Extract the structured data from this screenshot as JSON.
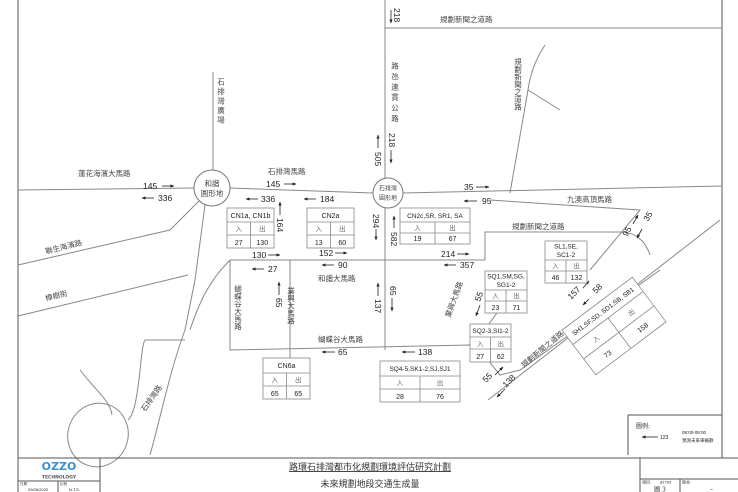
{
  "roads": {
    "planned_road_top": "規劃新聞之道路",
    "planned_road_curve": "規劃新聞之道路",
    "cotai_road": "路氹連貫公路",
    "plaza": "石排灣廣場",
    "seac_pai_van_road": "石排灣馬路",
    "lotus_avenue": "蓮花海濱大馬路",
    "lun_sang_road": "聯生海濱路",
    "camphor_street": "樟樹街",
    "harmony_avenue": "和諧大馬路",
    "butterfly_avenue_v": "蝴蝶谷大馬路",
    "butterfly_avenue_h": "蝴蝶谷大馬路",
    "industry_avenue": "業興大馬路",
    "industry_avenue_diag": "業興大馬路",
    "planned_road_mid": "規劃新聞之道路",
    "planned_road_diag": "規劃新聞之道路",
    "ka_ho_road": "九澳高頂馬路",
    "seac_pai_van_south": "石排灣路"
  },
  "roundabouts": {
    "harmony": [
      "和諧",
      "圓形地"
    ],
    "seac_pai_van": [
      "石排灣",
      "圓形地"
    ]
  },
  "flows": {
    "w_east": "145",
    "w_west": "336",
    "m_east": "145",
    "m_west": "336",
    "m_west2": "184",
    "e_east": "35",
    "e_west": "95",
    "top_down": "218",
    "cotai_down": "218",
    "cotai_up": "505",
    "n164": "164",
    "n294": "294",
    "n582": "582",
    "h_130": "130",
    "h_152": "152",
    "h_214": "214",
    "h_90": "90",
    "h_27": "27",
    "h_357": "357",
    "v_65": "65",
    "v_137": "137",
    "v_65b": "65",
    "b_65": "65",
    "b_138": "138",
    "d_55a": "55",
    "d_55b": "55",
    "d_138": "138",
    "d_157": "157",
    "d_58": "58",
    "d_95": "95",
    "d_35": "35"
  },
  "sites": {
    "in_label": "入",
    "out_label": "出",
    "cn1": {
      "name": "CN1a, CN1b",
      "in": "27",
      "out": "130"
    },
    "cn2a": {
      "name": "CN2a",
      "in": "13",
      "out": "60"
    },
    "cn2c": {
      "name": "CN2c,SR, SR1, SA",
      "in": "19",
      "out": "67"
    },
    "sl1": {
      "name1": "SL1,SE,",
      "name2": "SC1-2",
      "in": "46",
      "out": "132"
    },
    "sq1": {
      "name1": "SQ1,SM,SG,",
      "name2": "SG1-2",
      "in": "23",
      "out": "71"
    },
    "sq2": {
      "name": "SQ2-3,SI1-2",
      "in": "27",
      "out": "62"
    },
    "sq4": {
      "name": "SQ4-5,SK1-2,SJ,SJ1",
      "in": "28",
      "out": "76"
    },
    "cn6a": {
      "name": "CN6a",
      "in": "65",
      "out": "65"
    },
    "sh1": {
      "name": "SH1,SF,SD, SD1,SB, SB1",
      "in": "73",
      "out": "158"
    }
  },
  "legend": {
    "title": "圖例:",
    "sample": "123",
    "time": "08:00-09:00",
    "desc": "預測未來車輛數"
  },
  "title_block": {
    "logo": "OZZO",
    "logo_sub": "TECHNOLOGY",
    "date_label": "日期",
    "date": "29/06/2020",
    "scale_label": "比例",
    "scale": "N.T.S.",
    "project_title": "路環石排灣都市化規劃環境評估研究計劃",
    "figure_title": "未來規劃地段交通生成量",
    "project_no_label": "項目:",
    "project_no": "81793",
    "figure_no": "圖 3",
    "version_label": "版本:",
    "version": "–"
  }
}
